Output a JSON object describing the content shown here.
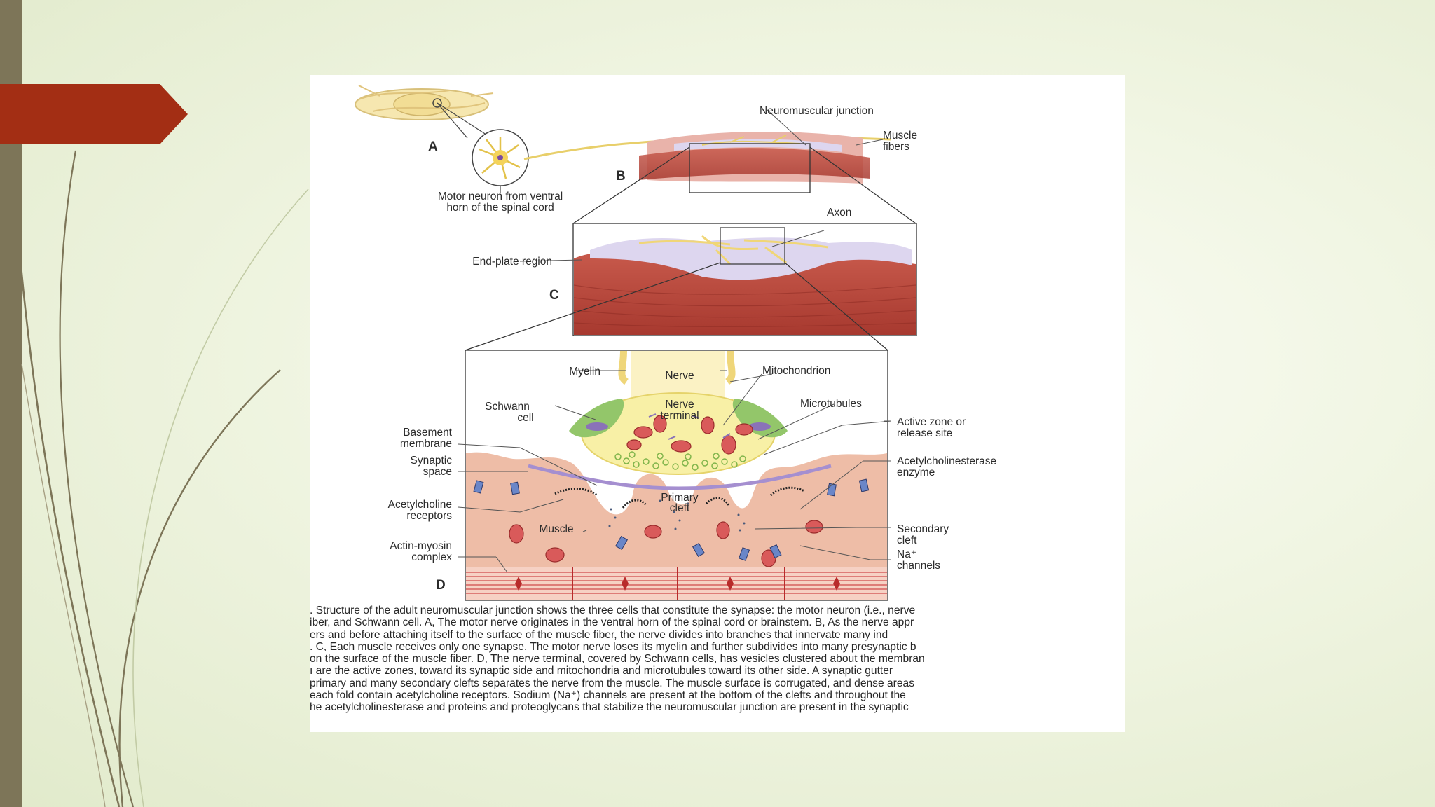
{
  "slide": {
    "colors": {
      "left_bar": "#7d7558",
      "accent_arrow": "#a32e14",
      "background": "#eef3df"
    }
  },
  "figure": {
    "panel_letters": {
      "a": "A",
      "b": "B",
      "c": "C",
      "d": "D"
    },
    "labels": {
      "neuromuscular_junction": "Neuromuscular junction",
      "muscle_fibers_1": "Muscle",
      "muscle_fibers_2": "fibers",
      "motor_neuron_1": "Motor neuron from ventral",
      "motor_neuron_2": "horn of the spinal cord",
      "axon": "Axon",
      "end_plate_region": "End-plate region",
      "myelin": "Myelin",
      "nerve": "Nerve",
      "mitochondrion": "Mitochondrion",
      "schwann_1": "Schwann",
      "schwann_2": "cell",
      "nerve_terminal_1": "Nerve",
      "nerve_terminal_2": "terminal",
      "microtubules": "Microtubules",
      "basement_1": "Basement",
      "basement_2": "membrane",
      "active_zone_1": "Active zone or",
      "active_zone_2": "release site",
      "synaptic_1": "Synaptic",
      "synaptic_2": "space",
      "ache_1": "Acetylcholinesterase",
      "ache_2": "enzyme",
      "ach_receptors_1": "Acetylcholine",
      "ach_receptors_2": "receptors",
      "primary_cleft_1": "Primary",
      "primary_cleft_2": "cleft",
      "muscle": "Muscle",
      "secondary_cleft_1": "Secondary",
      "secondary_cleft_2": "cleft",
      "actin_myosin_1": "Actin-myosin",
      "actin_myosin_2": "complex",
      "na_channels_1": "Na⁺",
      "na_channels_2": "channels"
    },
    "caption_lines": [
      ". Structure of the adult neuromuscular junction shows the three cells that constitute the synapse: the motor neuron (i.e., nerve",
      "iber, and Schwann cell. A, The motor nerve originates in the ventral horn of the spinal cord or brainstem. B, As the nerve appr",
      "ers and before attaching itself to the surface of the muscle fiber, the nerve divides into branches that innervate many ind",
      ". C, Each muscle receives only one synapse. The motor nerve loses its myelin and further subdivides into many presynaptic b",
      "on the surface of the muscle fiber. D, The nerve terminal, covered by Schwann cells, has vesicles clustered about the membran",
      "ı are the active zones, toward its synaptic side and mitochondria and microtubules toward its other side. A synaptic gutter",
      " primary and many secondary clefts separates the nerve from the muscle. The muscle surface is corrugated, and dense areas",
      "each fold contain acetylcholine receptors. Sodium (Na⁺) channels are present at the bottom of the clefts and throughout the",
      "he acetylcholinesterase and proteins and proteoglycans that stabilize the neuromuscular junction are present in the synaptic"
    ]
  }
}
